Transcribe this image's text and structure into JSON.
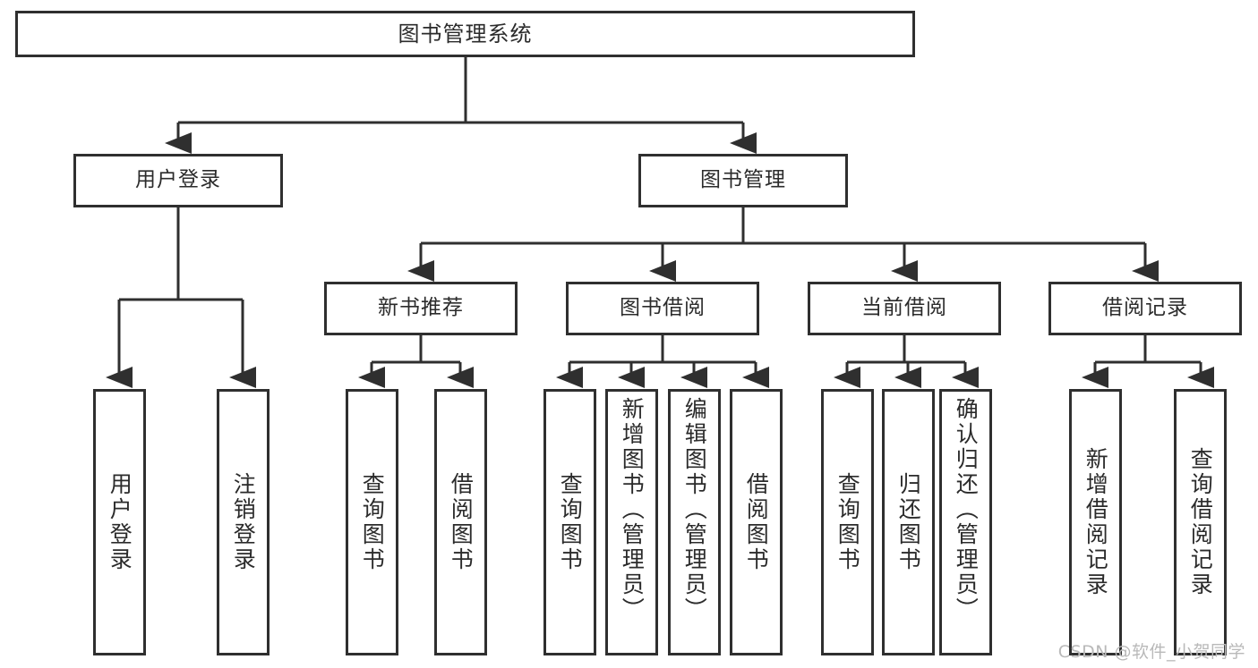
{
  "diagram": {
    "title": "图书管理系统",
    "watermark": "CSDN @软件_小贺同学",
    "line_color": "#2f2f2f",
    "text_color": "#2b2b2b",
    "background": "#ffffff",
    "root": {
      "label": "图书管理系统"
    },
    "level1": [
      {
        "label": "用户登录"
      },
      {
        "label": "图书管理"
      }
    ],
    "level2": [
      {
        "label": "新书推荐"
      },
      {
        "label": "图书借阅"
      },
      {
        "label": "当前借阅"
      },
      {
        "label": "借阅记录"
      }
    ],
    "leaves": {
      "user_login": [
        {
          "label": "用户登录"
        },
        {
          "label": "注销登录"
        }
      ],
      "new_book": [
        {
          "label": "查询图书"
        },
        {
          "label": "借阅图书"
        }
      ],
      "book_borrow": [
        {
          "label": "查询图书"
        },
        {
          "label": "新增图书（管理员）"
        },
        {
          "label": "编辑图书（管理员）"
        },
        {
          "label": "借阅图书"
        }
      ],
      "current_borrow": [
        {
          "label": "查询图书"
        },
        {
          "label": "归还图书"
        },
        {
          "label": "确认归还（管理员）"
        }
      ],
      "borrow_record": [
        {
          "label": "新增借阅记录"
        },
        {
          "label": "查询借阅记录"
        }
      ]
    }
  }
}
